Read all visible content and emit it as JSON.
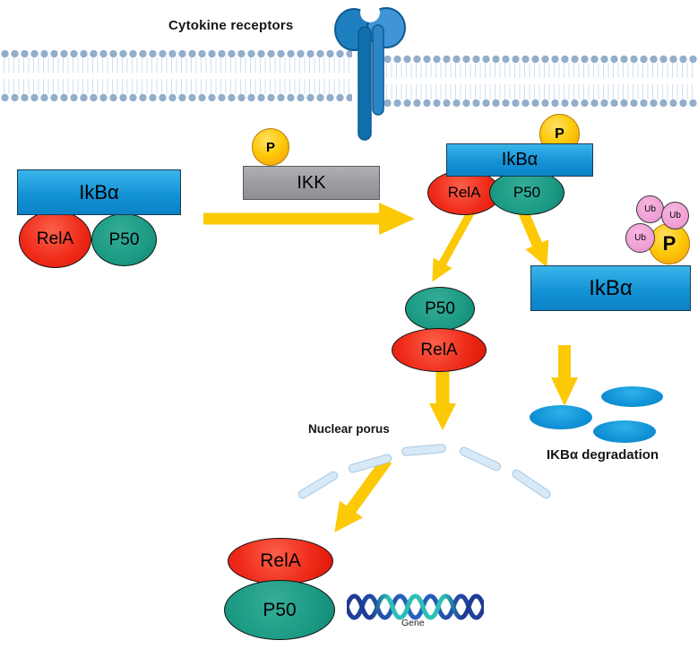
{
  "title": "Cytokine receptors",
  "inactive_complex": {
    "ikba": "IkBα",
    "rela": "RelA",
    "p50": "P50"
  },
  "kinase": {
    "label": "IKK",
    "phosphate": "P"
  },
  "phospho_complex": {
    "ikba": "IkBα",
    "phosphate": "P",
    "rela": "RelA",
    "p50": "P50"
  },
  "ubiquitinated": {
    "ikba": "IkBα",
    "phosphate": "P",
    "ub": "Ub"
  },
  "free_dimer": {
    "p50": "P50",
    "rela": "RelA"
  },
  "nuclear_pore": {
    "label": "Nuclear porus"
  },
  "degradation": {
    "label": "IKBα degradation"
  },
  "nuclear_dimer": {
    "rela": "RelA",
    "p50": "P50"
  },
  "gene": {
    "label": "Gene"
  },
  "colors": {
    "ikba_blue": "#1493d6",
    "rela_red": "#ee2b19",
    "p50_teal": "#1b9a84",
    "arrow_yellow": "#fcc907",
    "phosphate_orange": "#fdc907",
    "ubiquitin_pink": "#f0a0d4",
    "ikk_gray": "#9a9c9f",
    "membrane_dot": "#93aecb",
    "pore_segment": "#d7e9f7",
    "dna_navy": "#1f3a93",
    "dna_teal": "#2cc0b4"
  }
}
